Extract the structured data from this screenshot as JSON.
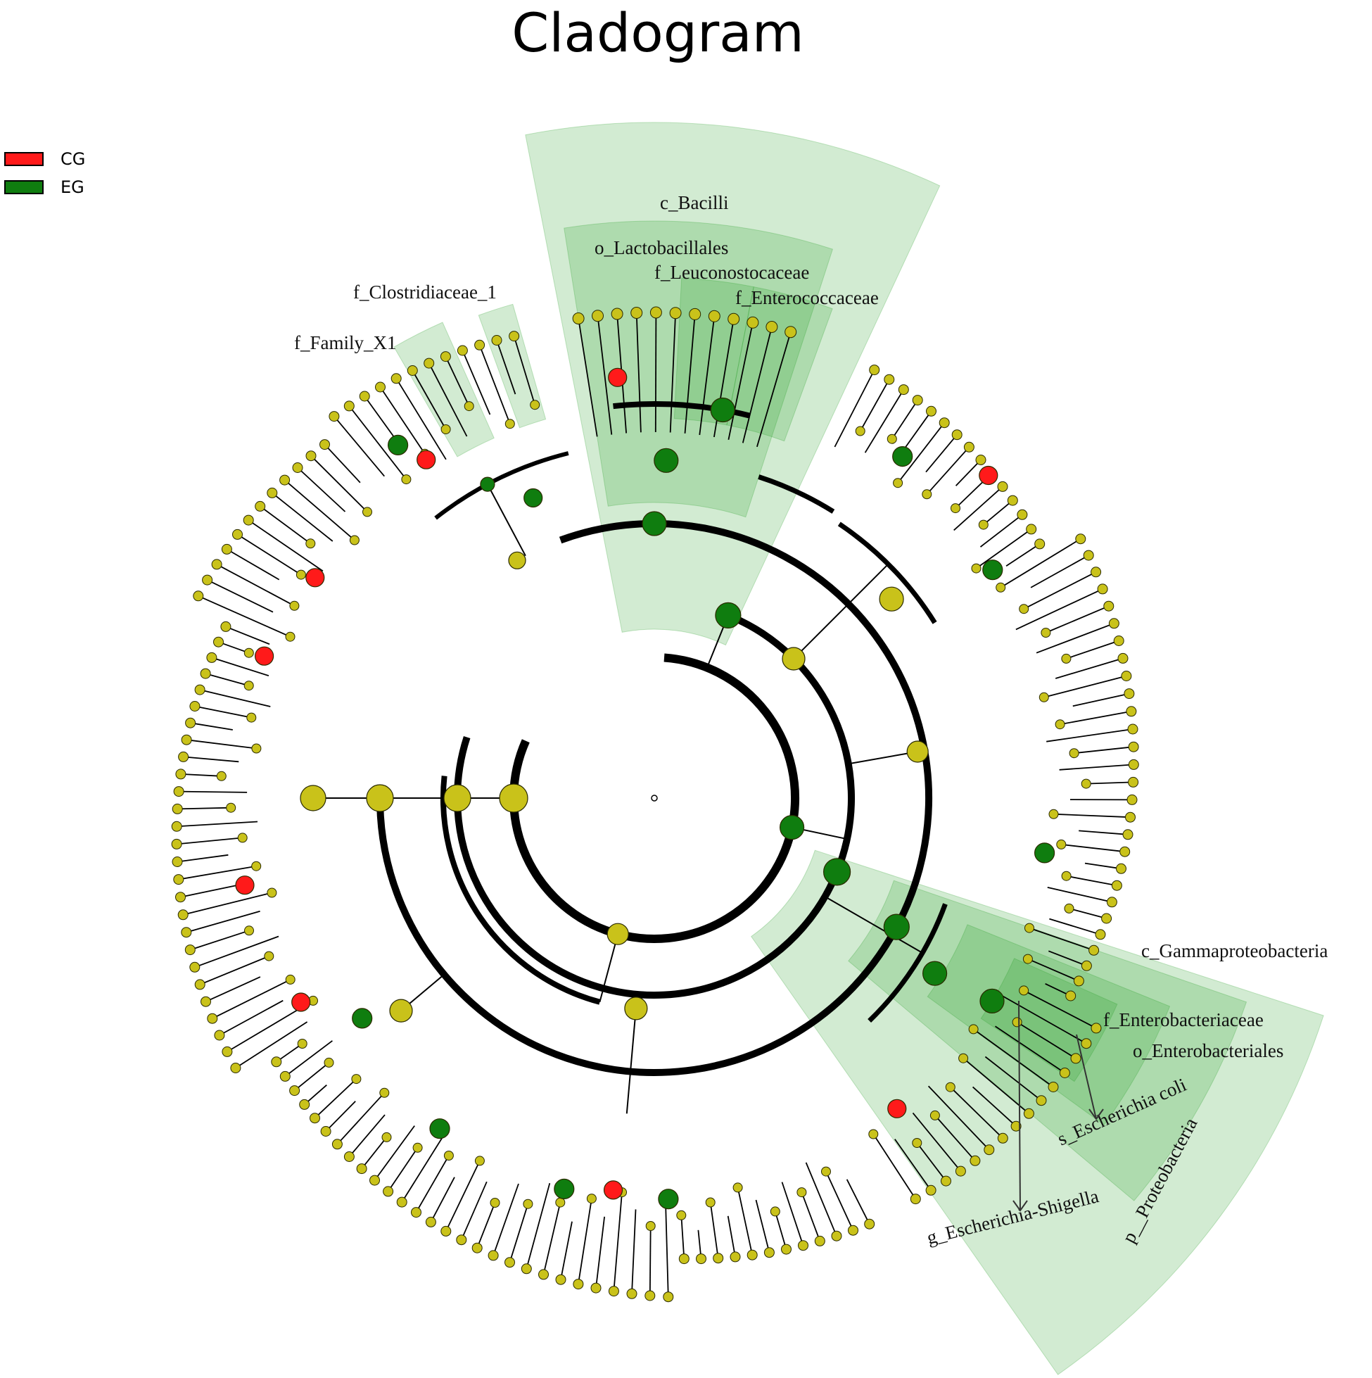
{
  "title": "Cladogram",
  "legend": [
    {
      "label": "CG",
      "color": "#ff1a1a"
    },
    {
      "label": "EG",
      "color": "#0f7d0f"
    }
  ],
  "colors": {
    "node_default": "#c9c21a",
    "node_stroke": "#2a2a00",
    "highlight": "#1f9a1f",
    "branch": "#000000"
  },
  "clade_labels": [
    {
      "text": "c_Bacilli"
    },
    {
      "text": "o_Lactobacillales"
    },
    {
      "text": "f_Leuconostocaceae"
    },
    {
      "text": "f_Enterococcaceae"
    },
    {
      "text": "f_Clostridiaceae_1"
    },
    {
      "text": "f_Family_X1"
    },
    {
      "text": "c_Gammaproteobacteria"
    },
    {
      "text": "f_Enterobacteriaceae"
    },
    {
      "text": "o_Enterobacteriales"
    },
    {
      "text": "s_Escherichia coli"
    },
    {
      "text": "g_Escherichia-Shigella"
    },
    {
      "text": "p__Proteobacteria"
    }
  ]
}
